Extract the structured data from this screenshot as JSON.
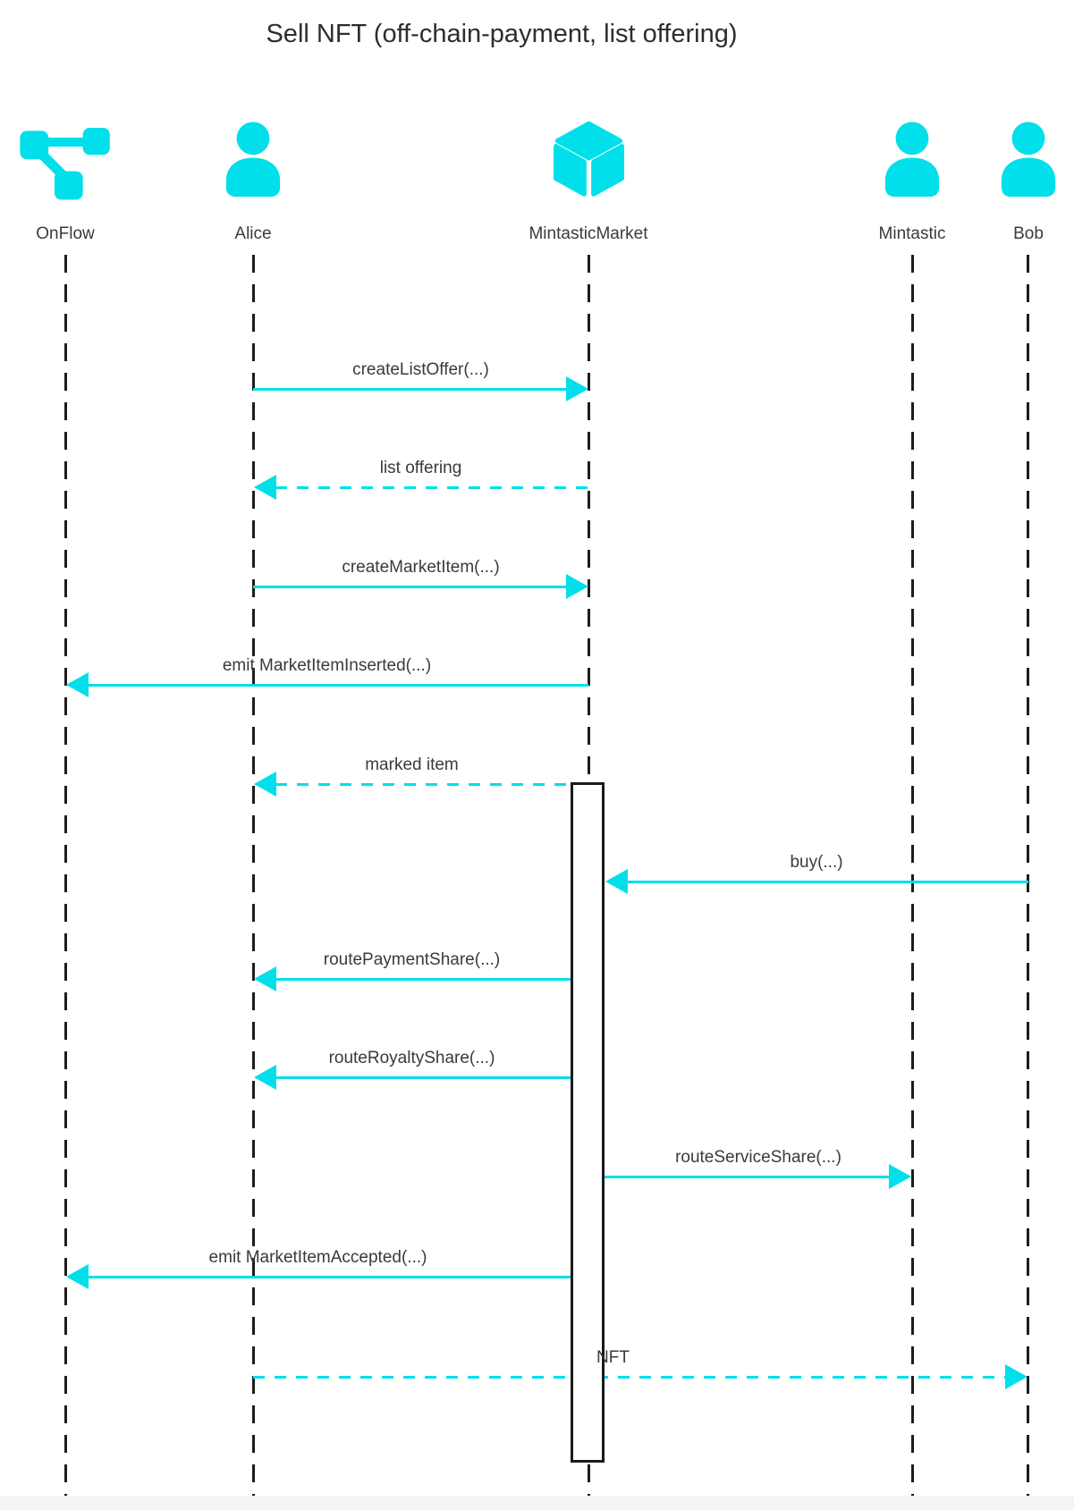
{
  "title": "Sell NFT (off-chain-payment, list offering)",
  "colors": {
    "accent": "#00dfea",
    "lifeline": "#1c1c1c",
    "text": "#3a3a3a"
  },
  "actors": [
    {
      "name": "OnFlow",
      "icon": "workflow-icon"
    },
    {
      "name": "Alice",
      "icon": "person-icon"
    },
    {
      "name": "MintasticMarket",
      "icon": "cube-icon"
    },
    {
      "name": "Mintastic",
      "icon": "person-icon"
    },
    {
      "name": "Bob",
      "icon": "person-icon"
    }
  ],
  "messages": [
    {
      "label": "createListOffer(...)",
      "from": "Alice",
      "to": "MintasticMarket",
      "style": "solid"
    },
    {
      "label": "list offering",
      "from": "MintasticMarket",
      "to": "Alice",
      "style": "dashed"
    },
    {
      "label": "createMarketItem(...)",
      "from": "Alice",
      "to": "MintasticMarket",
      "style": "solid"
    },
    {
      "label": "emit MarketItemInserted(...)",
      "from": "MintasticMarket",
      "to": "OnFlow",
      "style": "solid"
    },
    {
      "label": "marked item",
      "from": "MintasticMarket",
      "to": "Alice",
      "style": "dashed"
    },
    {
      "label": "buy(...)",
      "from": "Bob",
      "to": "MintasticMarket",
      "style": "solid"
    },
    {
      "label": "routePaymentShare(...)",
      "from": "MintasticMarket",
      "to": "Alice",
      "style": "solid"
    },
    {
      "label": "routeRoyaltyShare(...)",
      "from": "MintasticMarket",
      "to": "Alice",
      "style": "solid"
    },
    {
      "label": "routeServiceShare(...)",
      "from": "MintasticMarket",
      "to": "Mintastic",
      "style": "solid"
    },
    {
      "label": "emit MarketItemAccepted(...)",
      "from": "MintasticMarket",
      "to": "OnFlow",
      "style": "solid"
    },
    {
      "label": "NFT",
      "from": "Alice",
      "to": "Bob",
      "style": "dashed"
    }
  ]
}
